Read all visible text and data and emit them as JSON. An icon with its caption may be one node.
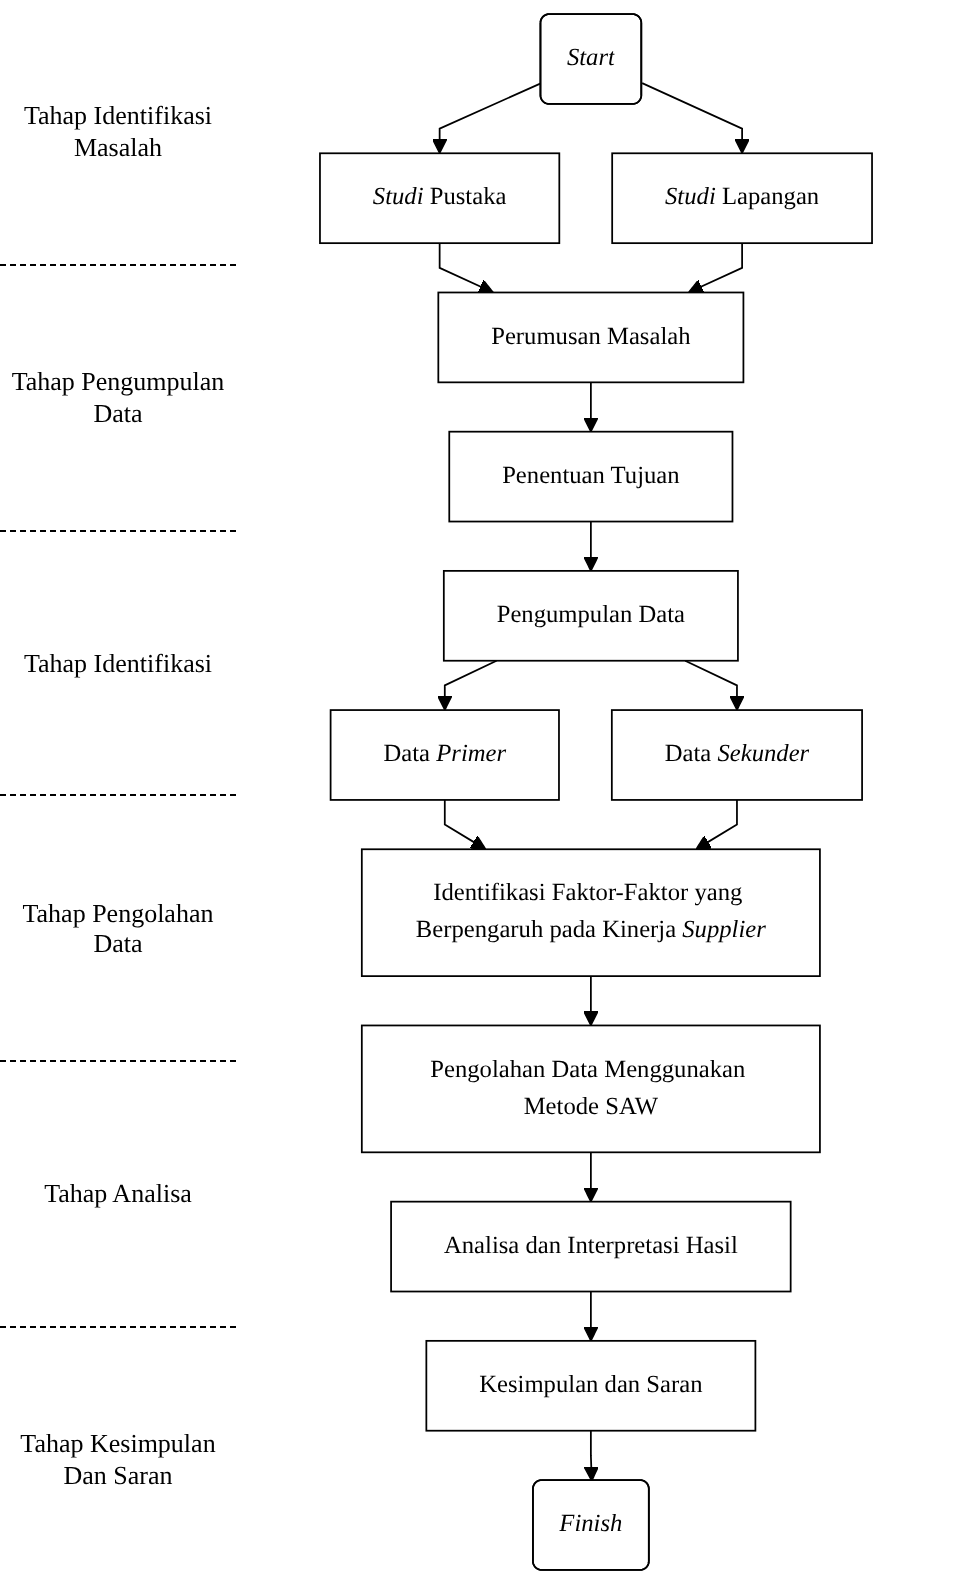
{
  "diagram": {
    "nodes": [
      {
        "text": [
          "Start"
        ]
      },
      {
        "text": [
          "*Studi* Pustaka"
        ]
      },
      {
        "text": [
          "*Studi* Lapangan"
        ]
      },
      {
        "text": [
          "Perumusan Masalah"
        ]
      },
      {
        "text": [
          "Penentuan Tujuan"
        ]
      },
      {
        "text": [
          "Pengumpulan Data"
        ]
      },
      {
        "text": [
          "Data *Primer*"
        ]
      },
      {
        "text": [
          "Data *Sekunder*"
        ]
      },
      {
        "text": [
          "Identifikasi Faktor-Faktor yang Berpengaruh pada Kinerja *Supplier*"
        ]
      },
      {
        "text": [
          "Pengolahan Data Menggunakan Metode SAW"
        ]
      },
      {
        "text": [
          "Analisa dan Interpretasi Hasil"
        ]
      },
      {
        "text": [
          "Kesimpulan dan Saran"
        ]
      },
      {
        "text": [
          "Finish"
        ]
      }
    ],
    "edges": [
      {
        "from": 0,
        "to": 1,
        "arrow": "to"
      },
      {
        "from": 0,
        "to": 2,
        "arrow": "to"
      },
      {
        "from": 1,
        "to": 3,
        "arrow": "to"
      },
      {
        "from": 2,
        "to": 3,
        "arrow": "to"
      },
      {
        "from": 3,
        "to": 4,
        "arrow": "to"
      },
      {
        "from": 4,
        "to": 5,
        "arrow": "to"
      },
      {
        "from": 5,
        "to": 6,
        "arrow": "to"
      },
      {
        "from": 5,
        "to": 7,
        "arrow": "to"
      },
      {
        "from": 6,
        "to": 8,
        "arrow": "to"
      },
      {
        "from": 7,
        "to": 8,
        "arrow": "to"
      },
      {
        "from": 8,
        "to": 9,
        "arrow": "to"
      },
      {
        "from": 9,
        "to": 10,
        "arrow": "to"
      },
      {
        "from": 10,
        "to": 11,
        "arrow": "to"
      },
      {
        "from": 11,
        "to": 12,
        "arrow": "to"
      }
    ],
    "labels": [
      "Tahap Identifikasi Masalah",
      "Tahap Pengumpulan Data",
      "Tahap Identifikasi",
      "Tahap Pengolahan Data",
      "Tahap Analisa",
      "Tahap Kesimpulan Dan Saran"
    ]
  }
}
